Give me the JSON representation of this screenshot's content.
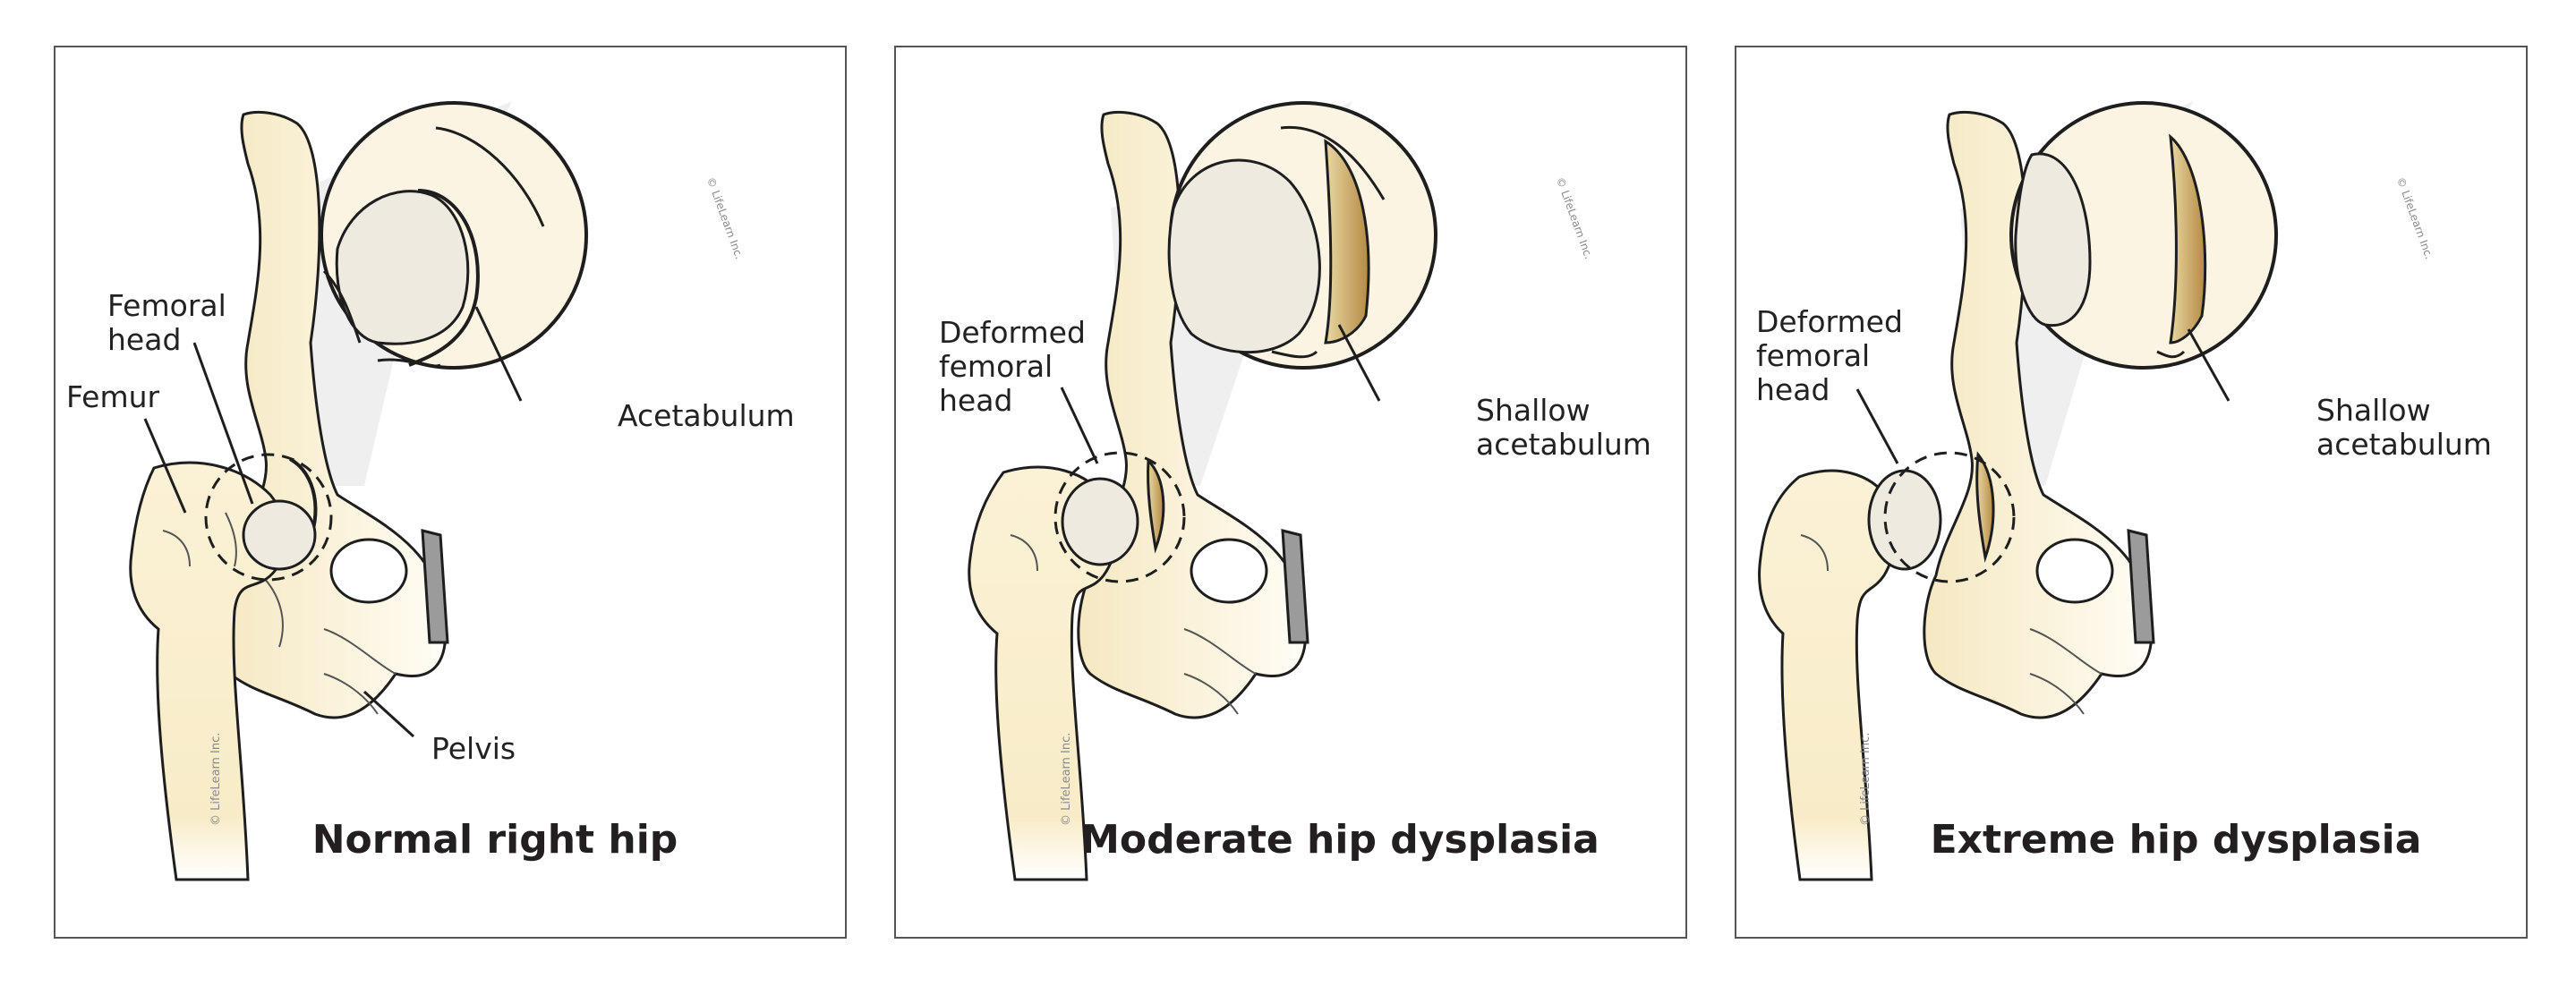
{
  "panels": [
    {
      "caption": "Normal right hip",
      "labels": {
        "femoral_head": "Femoral\nhead",
        "femur": "Femur",
        "acetabulum": "Acetabulum",
        "pelvis": "Pelvis"
      }
    },
    {
      "caption": "Moderate hip dysplasia",
      "labels": {
        "femoral_head": "Deformed\nfemoral\nhead",
        "acetabulum": "Shallow\nacetabulum"
      }
    },
    {
      "caption": "Extreme hip dysplasia",
      "labels": {
        "femoral_head": "Deformed\nfemoral\nhead",
        "acetabulum": "Shallow\nacetabulum"
      }
    }
  ],
  "copyright": "© LifeLearn Inc.",
  "colors": {
    "bone": "#f7edce",
    "bone_dark": "#ead8a8",
    "cartilage": "#eeeae0",
    "acetabulum_shadow": "#c9a566",
    "ink": "#1e1e1e",
    "border": "#555555",
    "cartilage_plate": "#9b9b9b"
  }
}
